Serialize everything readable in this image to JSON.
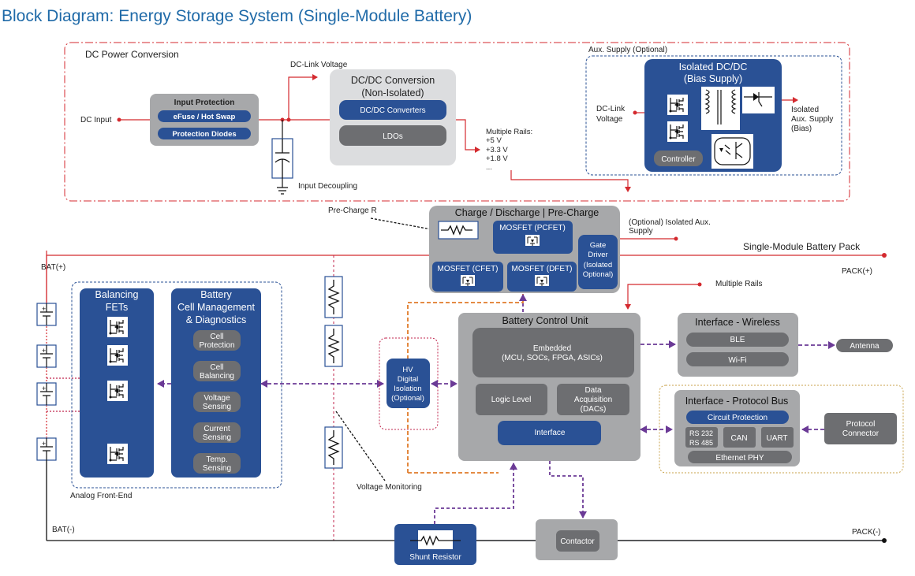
{
  "title": "Block Diagram: Energy Storage System (Single-Module Battery)",
  "colors": {
    "title": "#1f6aa8",
    "blue_block": "#2a5195",
    "gray_block": "#a7a8aa",
    "dark_gray_block": "#6d6e71",
    "light_gray_block": "#dcdddf",
    "power_line": "#d42a2f",
    "data_line": "#6b3a96",
    "isolation_line": "#e07b2a",
    "aux_boundary": "#2a5195",
    "protocol_boundary": "#c8a24a"
  },
  "dc_power_conversion": {
    "label": "DC Power Conversion",
    "dc_input": "DC Input",
    "dc_link_voltage": "DC-Link Voltage",
    "input_decoupling": "Input Decoupling",
    "input_protection": {
      "title": "Input Protection",
      "items": [
        "eFuse / Hot Swap",
        "Protection Diodes"
      ]
    },
    "dcdc": {
      "title_line1": "DC/DC Conversion",
      "title_line2": "(Non-Isolated)",
      "items": [
        "DC/DC Converters",
        "LDOs"
      ]
    },
    "rails": [
      "Multiple Rails:",
      "+5 V",
      "+3.3 V",
      "+1.8 V",
      "..."
    ]
  },
  "aux_supply": {
    "label": "Aux. Supply (Optional)",
    "block_title_line1": "Isolated DC/DC",
    "block_title_line2": "(Bias Supply)",
    "controller": "Controller",
    "input_label": [
      "DC-Link",
      "Voltage"
    ],
    "output_label": [
      "Isolated",
      "Aux. Supply",
      "(Bias)"
    ]
  },
  "charge_discharge": {
    "title": "Charge / Discharge | Pre-Charge",
    "pre_charge_r": "Pre-Charge R",
    "pcfet": "MOSFET (PCFET)",
    "cfet": "MOSFET (CFET)",
    "dfet": "MOSFET (DFET)",
    "gate_driver": [
      "Gate",
      "Driver",
      "(Isolated",
      "Optional)"
    ]
  },
  "labels": {
    "optional_aux": [
      "(Optional) Isolated Aux.",
      "Supply"
    ],
    "battery_pack": "Single-Module Battery Pack",
    "pack_plus": "PACK(+)",
    "pack_minus": "PACK(-)",
    "bat_plus": "BAT(+)",
    "bat_minus": "BAT(-)",
    "multiple_rails": "Multiple Rails",
    "voltage_monitoring": "Voltage Monitoring",
    "analog_front_end": "Analog Front-End"
  },
  "afe": {
    "balancing_title": [
      "Balancing",
      "FETs"
    ],
    "cell_mgmt_title": [
      "Battery",
      "Cell Management",
      "& Diagnostics"
    ],
    "functions": [
      [
        "Cell",
        "Protection"
      ],
      [
        "Cell",
        "Balancing"
      ],
      [
        "Voltage",
        "Sensing"
      ],
      [
        "Current",
        "Sensing"
      ],
      [
        "Temp.",
        "Sensing"
      ]
    ],
    "cell_symbol": "+"
  },
  "hv_isolation": [
    "HV",
    "Digital",
    "Isolation",
    "(Optional)"
  ],
  "bcu": {
    "title": "Battery Control Unit",
    "embedded": [
      "Embedded",
      "(MCU, SOCs, FPGA, ASICs)"
    ],
    "logic_level": "Logic Level",
    "data_acq": [
      "Data",
      "Acquisition",
      "(DACs)"
    ],
    "interface": "Interface"
  },
  "wireless": {
    "title": "Interface - Wireless",
    "items": [
      "BLE",
      "Wi-Fi"
    ],
    "antenna": "Antenna"
  },
  "protocol_bus": {
    "title": "Interface - Protocol Bus",
    "circuit_protection": "Circuit Protection",
    "rs": [
      "RS 232",
      "RS 485"
    ],
    "can": "CAN",
    "uart": "UART",
    "ethernet": "Ethernet PHY",
    "connector": [
      "Protocol",
      "Connector"
    ]
  },
  "shunt_resistor": "Shunt Resistor",
  "contactor": "Contactor"
}
